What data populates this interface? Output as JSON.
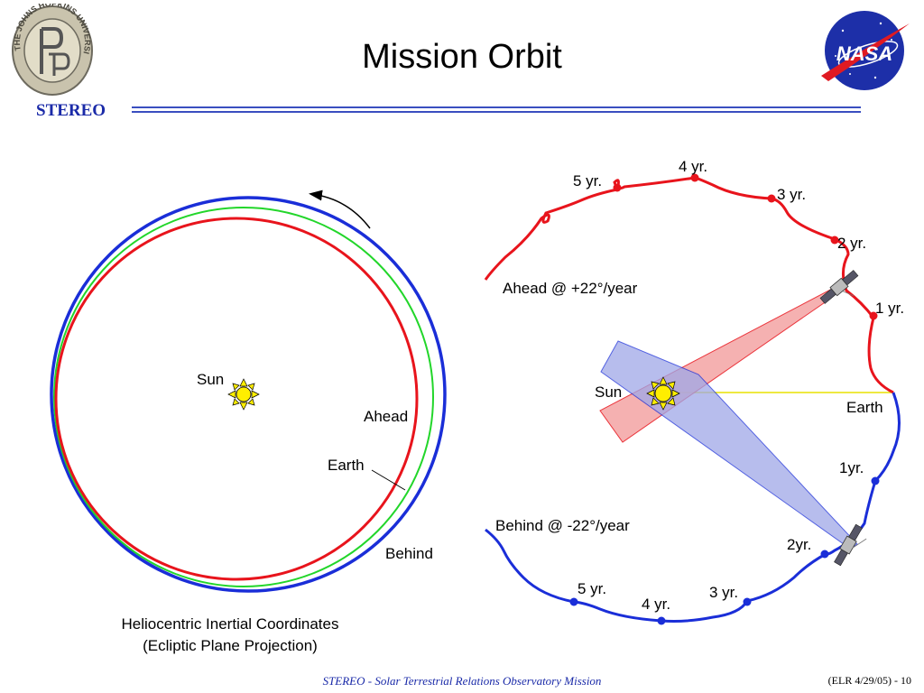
{
  "slide": {
    "title": "Mission Orbit",
    "brand": "STEREO",
    "footer": "STEREO - Solar Terrestrial Relations Observatory Mission",
    "page_ref": "(ELR 4/29/05) - 10"
  },
  "logos": {
    "jhu_seal_text": "THE JOHNS HOPKINS UNIVERSITY",
    "nasa_text": "NASA"
  },
  "left_diagram": {
    "sun_label": "Sun",
    "ahead_label": "Ahead",
    "earth_label": "Earth",
    "behind_label": "Behind",
    "caption_line1": "Heliocentric Inertial Coordinates",
    "caption_line2": "(Ecliptic Plane Projection)"
  },
  "right_diagram": {
    "ahead_label": "Ahead @ +22°/year",
    "behind_label": "Behind @ -22°/year",
    "sun_label": "Sun",
    "earth_label": "Earth",
    "ahead_markers": [
      "1 yr.",
      "2 yr.",
      "3 yr.",
      "4 yr.",
      "5 yr."
    ],
    "behind_markers": [
      "1yr.",
      "2yr.",
      "3 yr.",
      "4 yr.",
      "5 yr."
    ]
  },
  "colors": {
    "ahead": "#e8141c",
    "behind": "#1a2ed8",
    "earth_orbit": "#22d62a",
    "sun": "#ffee00",
    "brand": "#1a2aa8"
  }
}
